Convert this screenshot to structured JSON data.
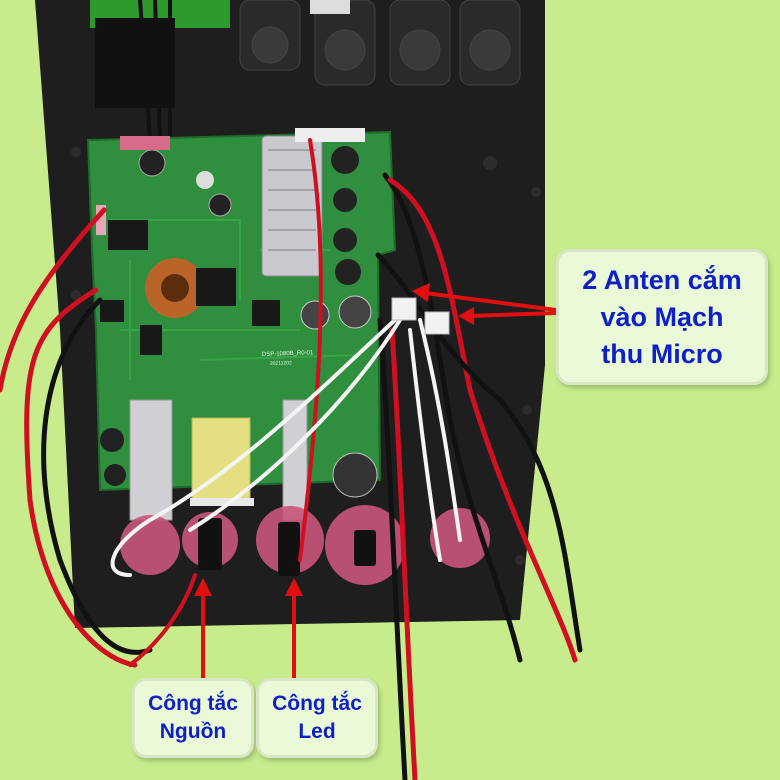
{
  "callouts": {
    "antenna": {
      "lines": [
        "2 Anten cắm",
        "vào Mạch",
        "thu Micro"
      ]
    },
    "power_switch": {
      "lines": [
        "Công tắc",
        "Nguồn"
      ]
    },
    "led_switch": {
      "lines": [
        "Công tắc",
        "Led"
      ]
    }
  },
  "board_silkscreen": {
    "model": "DSP-1080B_R0-01",
    "date": "20211202"
  },
  "colors": {
    "background": "#c8ec8c",
    "panel": "#1e1e1e",
    "pcb": "#2f8f3e",
    "arrow": "#e01010",
    "callout_text": "#1020c8"
  }
}
